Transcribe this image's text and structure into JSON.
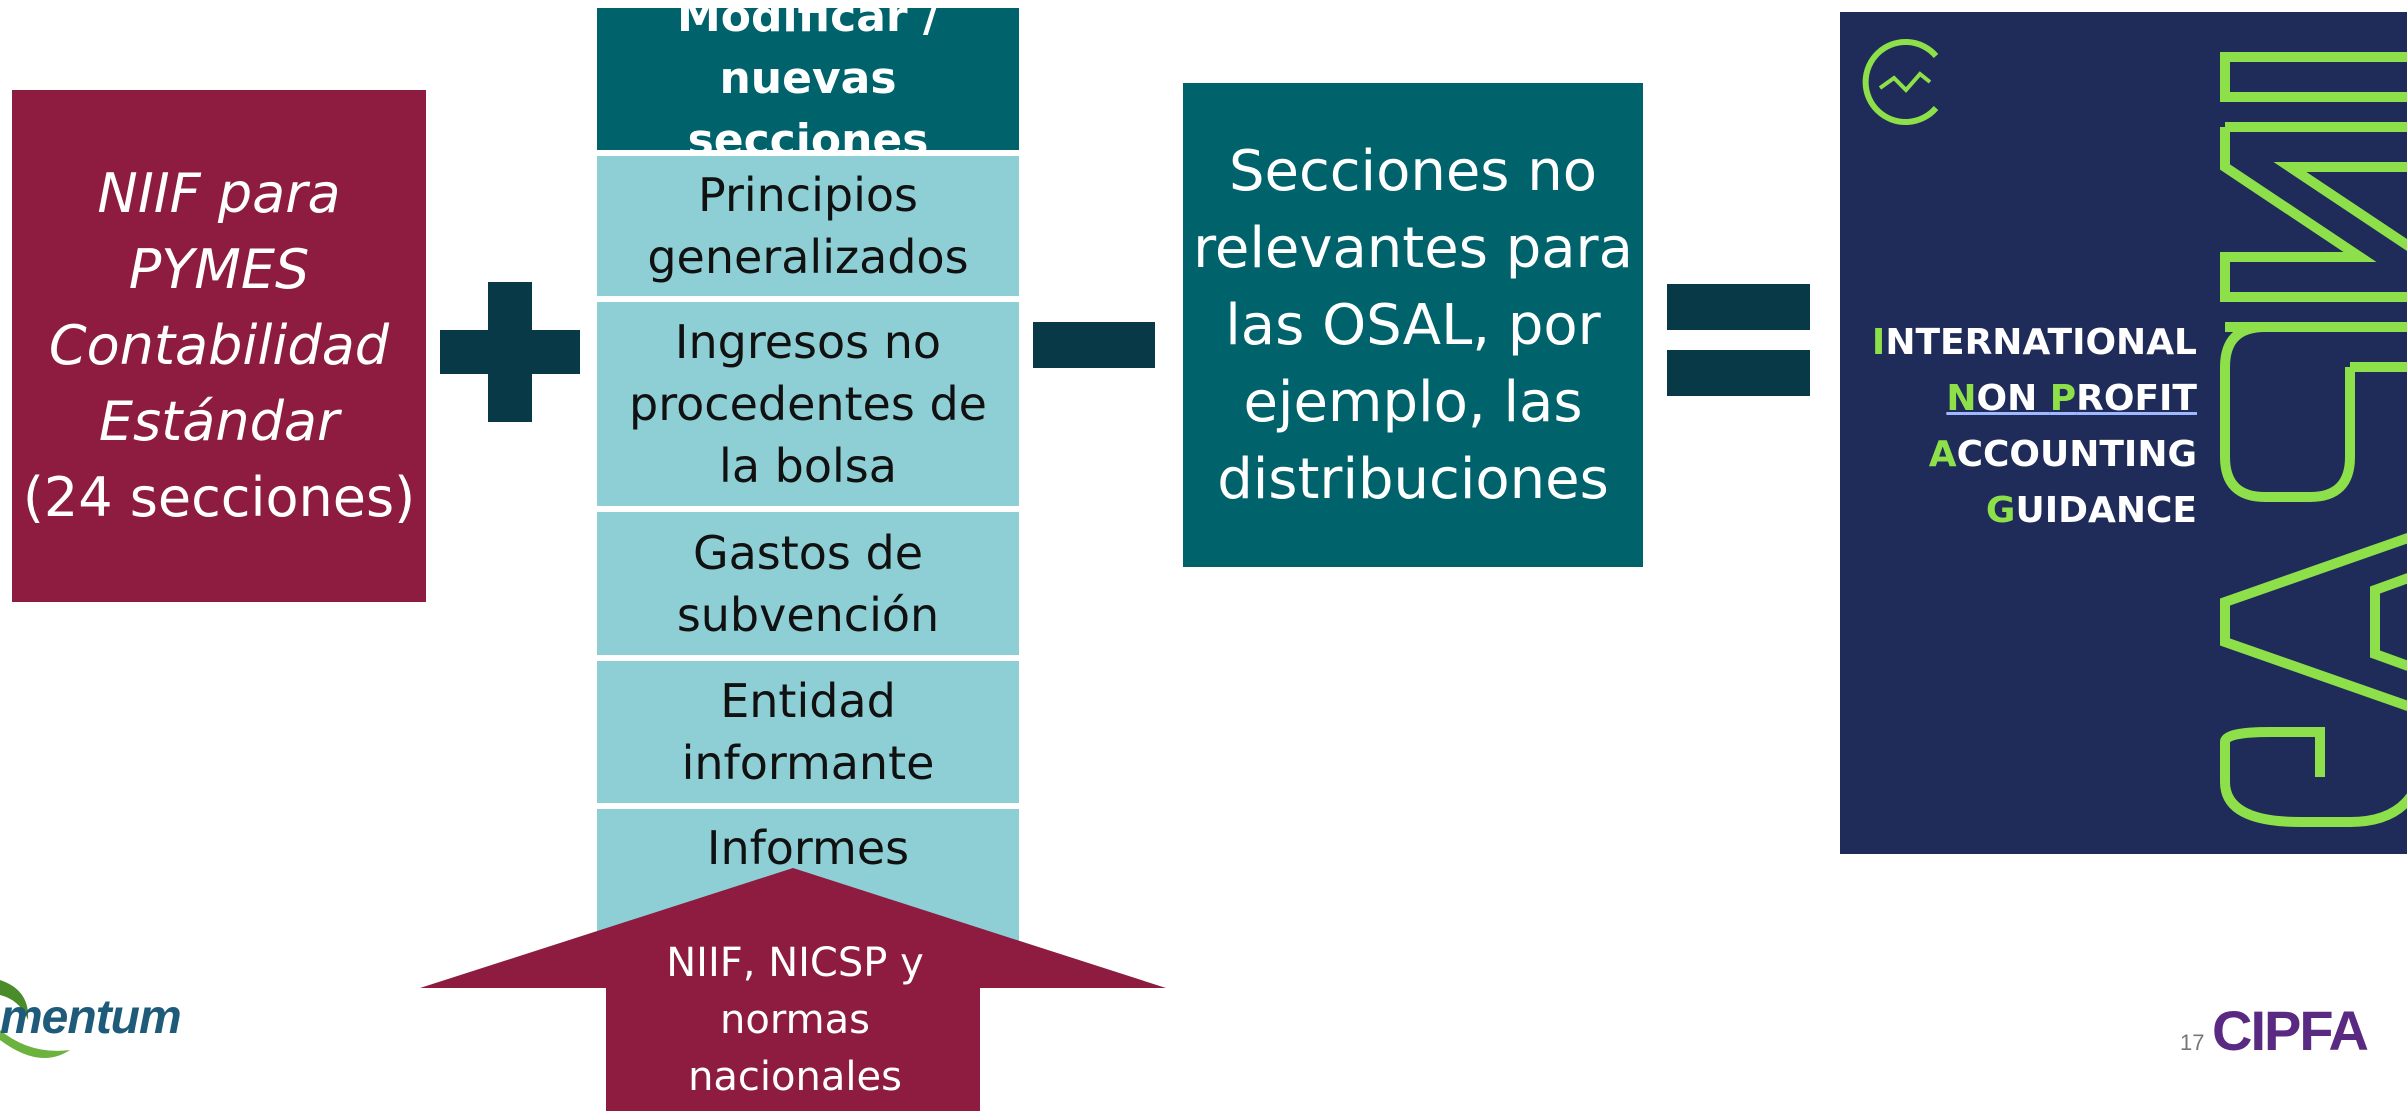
{
  "left_box": {
    "line1": "NIIF para",
    "line2": "PYMES",
    "line3": "Contabilidad",
    "line4": "Estándar",
    "line5": "(24 secciones)"
  },
  "middle_column": {
    "header": "Modificar / nuevas secciones",
    "items": [
      "Principios\ngeneralizados",
      "Ingresos no\nprocedentes de\nla bolsa",
      "Gastos de\nsubvención",
      "Entidad\ninformante",
      "Informes"
    ]
  },
  "right_box": {
    "text": "Secciones no\nrelevantes para\nlas OSAL, por\nejemplo, las\ndistribuciones"
  },
  "arrow_box": {
    "text": "NIIF, NICSP y\nnormas\nnacionales"
  },
  "inpag_cover": {
    "line1_first": "I",
    "line1_rest": "NTERNATIONAL",
    "line2_first": "N",
    "line2_mid": "ON ",
    "line2_p": "P",
    "line2_rest": "ROFIT",
    "line3_first": "A",
    "line3_rest": "CCOUNTING",
    "line4_first": "G",
    "line4_rest": "UIDANCE",
    "vertical_letters": "INPAG"
  },
  "footer": {
    "momentum_logo": "mentum",
    "page_number": "17",
    "cipfa_logo": "CIPFA"
  },
  "colors": {
    "maroon": "#8d1c40",
    "teal": "#00636c",
    "light_teal": "#8ecfd6",
    "dark_teal": "#073a46",
    "navy": "#1f2b58",
    "lime": "#8ee04a"
  }
}
